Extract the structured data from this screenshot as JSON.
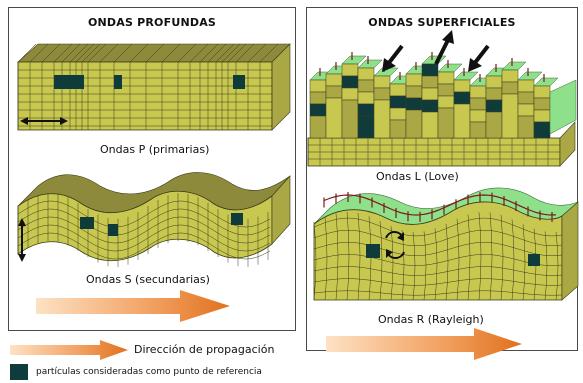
{
  "left_panel": {
    "title": "ONDAS PROFUNDAS",
    "p_caption": "Ondas P (primarias)",
    "s_caption": "Ondas S (secundarias)"
  },
  "right_panel": {
    "title": "ONDAS SUPERFICIALES",
    "l_caption": "Ondas L (Love)",
    "r_caption": "Ondas R (Rayleigh)"
  },
  "legend": {
    "direction_label": "Dirección de propagación",
    "particles_label": "partículas consideradas como punto de referencia"
  },
  "colors": {
    "block_front": "#c8c850",
    "block_top": "#8e8a3c",
    "grid_line": "#3a3a1a",
    "particle": "#0f3b3b",
    "grass": "#8ee08a",
    "grass_dark": "#5fbf5a",
    "arrow_light": "#fbd3a8",
    "arrow_dark": "#e0711c",
    "fence": "#7a1a1a"
  }
}
